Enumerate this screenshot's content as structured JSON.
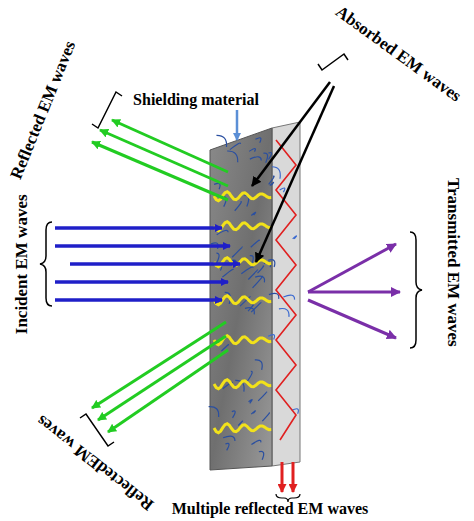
{
  "diagram": {
    "labels": [
      "Absorbed EM waves",
      "Shielding material",
      "Reflected EM waves",
      "Incident EM waves",
      "ReflectedEM waves",
      "Transmitted EM waves",
      "Multiple  reflected EM waves"
    ]
  }
}
